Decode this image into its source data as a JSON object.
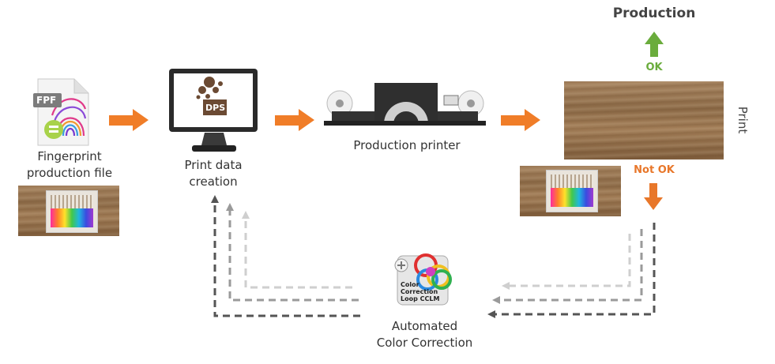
{
  "nodes": {
    "fpf_file": {
      "label_line1": "Fingerprint",
      "label_line2": "production file",
      "badge": "FPF"
    },
    "print_data": {
      "label_line1": "Print data",
      "label_line2": "creation",
      "badge": "DPS"
    },
    "printer": {
      "label": "Production printer"
    },
    "print": {
      "label": "Print"
    },
    "production": {
      "label": "Production"
    },
    "ccl": {
      "label_line1": "Automated",
      "label_line2": "Color Correction",
      "icon_line1": "Color",
      "icon_line2": "Correction",
      "icon_line3": "Loop CCLM"
    }
  },
  "decisions": {
    "ok": "OK",
    "not_ok": "Not OK"
  },
  "colors": {
    "flow_arrow": "#f07d28",
    "ok": "#6aac3c",
    "not_ok": "#e8772a",
    "loop_dark": "#555555",
    "loop_mid": "#999999",
    "loop_light": "#cccccc"
  }
}
